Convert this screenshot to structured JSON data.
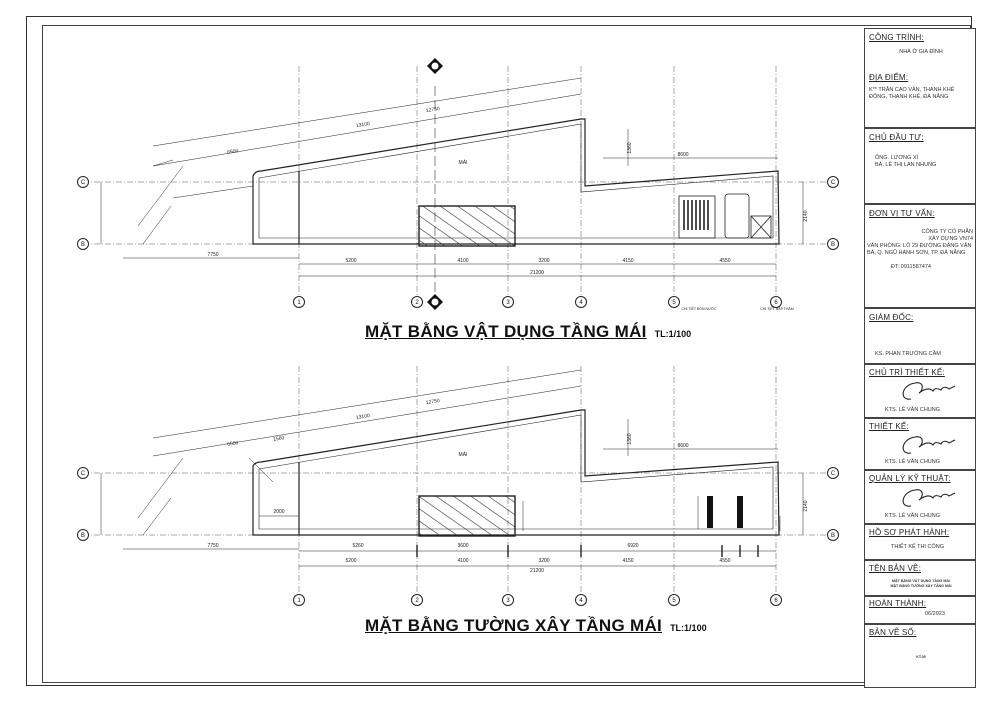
{
  "drawing": {
    "plan1_title": "MẶT BẰNG VẬT DỤNG TẦNG MÁI",
    "plan1_scale": "TL:1/100",
    "plan2_title": "MẶT BẰNG TƯỜNG XÂY TẦNG MÁI",
    "plan2_scale": "TL:1/100",
    "grid_cols": [
      "1",
      "2",
      "3",
      "4",
      "5",
      "6"
    ],
    "grid_rows": [
      "C",
      "B"
    ],
    "dims_span": [
      "5200",
      "4100",
      "3200",
      "4150",
      "4550"
    ],
    "dim_total": "21200",
    "dim_left": "7750",
    "dim_diag_long": "13100",
    "dim_diag_top": "12750",
    "dim_diag_short": "6500",
    "dim_side": "2140",
    "dim_right_top": "8600",
    "dim_vert_small": "1360",
    "wall_dims": [
      "5260",
      "3600",
      "6920"
    ],
    "dim_stub": "2000",
    "dim_1560": "1560",
    "roof_label": "MÁI",
    "detail_notes": [
      "CHI TIẾT BỒN NƯỚC",
      "CHI TIẾT NẮP THĂM"
    ]
  },
  "title_block": {
    "cong_trinh_label": "CÔNG TRÌNH:",
    "cong_trinh": "NHÀ Ở GIA ĐÌNH",
    "dia_diem_label": "ĐỊA ĐIỂM:",
    "dia_diem": "K** TRẦN CAO VÂN, THANH KHÊ ĐÔNG, THANH KHÊ, ĐÀ NẴNG",
    "chu_dau_tu_label": "CHỦ ĐẦU TƯ:",
    "chu_dau_tu_1": "ÔNG. LƯƠNG XÍ",
    "chu_dau_tu_2": "BÀ. LÊ THỊ LAN NHUNG",
    "don_vi_label": "ĐƠN VỊ TƯ VẤN:",
    "don_vi_1": "CÔNG TY CỔ PHẦN",
    "don_vi_2": "XÂY DỰNG VN74",
    "don_vi_3": "VĂN PHÒNG: LÔ 29 ĐƯỜNG ĐẶNG VĂN BÁ, Q. NGŨ HÀNH SƠN, TP. ĐÀ NẴNG",
    "don_vi_4": "ĐT: 0911587474",
    "giam_doc_label": "GIÁM ĐỐC:",
    "giam_doc": "KS. PHAN TRƯỜNG CẦM",
    "chu_tri_label": "CHỦ TRÌ THIẾT KẾ:",
    "chu_tri": "KTS. LÊ VĂN CHUNG",
    "thiet_ke_label": "THIẾT KẾ:",
    "thiet_ke": "KTS. LÊ VĂN CHUNG",
    "quan_ly_label": "QUẢN LÝ KỸ THUẬT:",
    "quan_ly": "KTS. LÊ VĂN CHUNG",
    "ho_so_label": "HỒ SƠ PHÁT HÀNH:",
    "ho_so": "THIẾT KẾ THI CÔNG",
    "ten_ban_ve_label": "TÊN BẢN VẼ:",
    "ten_ban_ve_1": "MẶT BẰNG VẬT DỤNG TẦNG MÁI",
    "ten_ban_ve_2": "MẶT BẰNG TƯỜNG XÂY TẦNG MÁI",
    "hoan_thanh_label": "HOÀN THÀNH:",
    "hoan_thanh": "06/2023",
    "ban_ve_so_label": "BẢN VẼ SỐ:",
    "ban_ve_so": "KT.05"
  }
}
